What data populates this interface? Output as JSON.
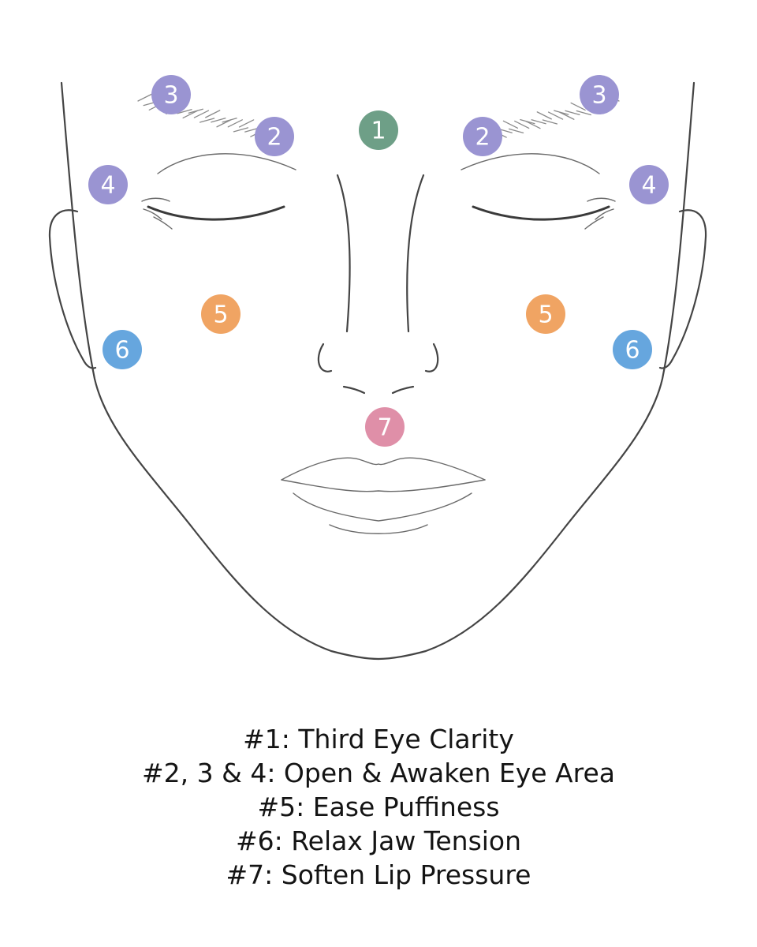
{
  "colors": {
    "green": "#6e9f87",
    "purple": "#9a94d2",
    "orange": "#f0a463",
    "blue": "#66a6de",
    "pink": "#df8fa8",
    "line": "#444444",
    "text": "#141414"
  },
  "markers": [
    {
      "label": "1",
      "color": "green"
    },
    {
      "label": "2",
      "color": "purple"
    },
    {
      "label": "2",
      "color": "purple"
    },
    {
      "label": "3",
      "color": "purple"
    },
    {
      "label": "3",
      "color": "purple"
    },
    {
      "label": "4",
      "color": "purple"
    },
    {
      "label": "4",
      "color": "purple"
    },
    {
      "label": "5",
      "color": "orange"
    },
    {
      "label": "5",
      "color": "orange"
    },
    {
      "label": "6",
      "color": "blue"
    },
    {
      "label": "6",
      "color": "blue"
    },
    {
      "label": "7",
      "color": "pink"
    }
  ],
  "legend": [
    "#1: Third Eye Clarity",
    "#2, 3 & 4: Open & Awaken Eye Area",
    "#5: Ease Puffiness",
    "#6: Relax Jaw Tension",
    "#7: Soften Lip Pressure"
  ]
}
